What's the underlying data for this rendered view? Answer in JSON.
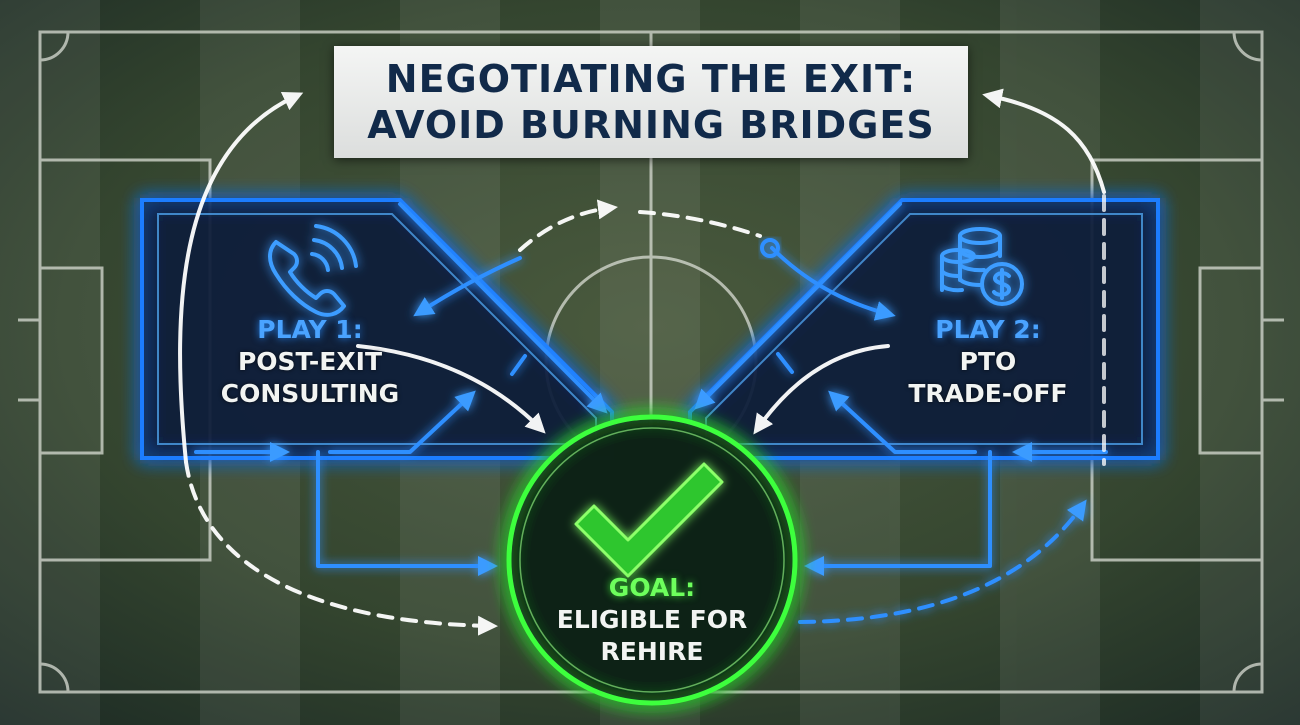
{
  "title": {
    "line1": "NEGOTIATING THE EXIT:",
    "line2": "AVOID BURNING BRIDGES"
  },
  "play1": {
    "name": "PLAY 1:",
    "desc_line1": "POST-EXIT",
    "desc_line2": "CONSULTING",
    "icon": "phone-icon"
  },
  "play2": {
    "name": "PLAY 2:",
    "desc_line1": "PTO",
    "desc_line2": "TRADE-OFF",
    "icon": "coins-dollar-icon"
  },
  "goal": {
    "name": "GOAL:",
    "desc_line1": "ELIGIBLE FOR",
    "desc_line2": "REHIRE",
    "icon": "checkmark-icon"
  },
  "colors": {
    "field": "#34452f",
    "chalk": "#d9ddd4",
    "neon_blue": "#1e7dff",
    "neon_green": "#3cff3c",
    "title_text": "#112a4a"
  }
}
